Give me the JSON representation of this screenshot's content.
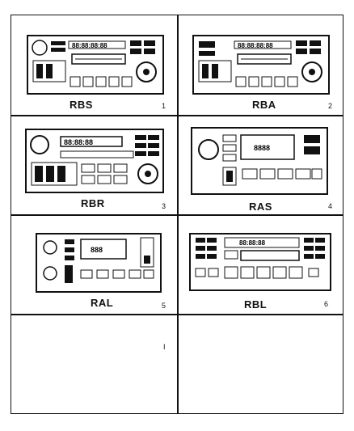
{
  "cells": [
    {
      "code": "RBS",
      "num": "1"
    },
    {
      "code": "RBA",
      "num": "2"
    },
    {
      "code": "RBR",
      "num": "3"
    },
    {
      "code": "RAS",
      "num": "4"
    },
    {
      "code": "RAL",
      "num": "5"
    },
    {
      "code": "RBL",
      "num": "6"
    },
    {
      "code": "",
      "num": "I"
    },
    {
      "code": "",
      "num": ""
    }
  ]
}
